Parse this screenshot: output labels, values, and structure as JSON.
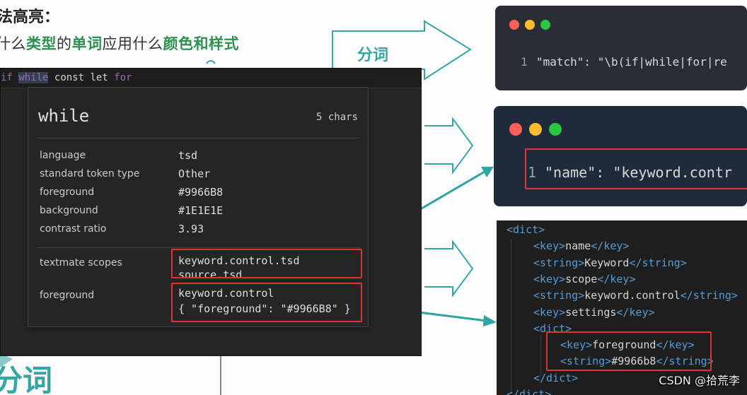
{
  "slide": {
    "title": "法高亮：",
    "subtitle_parts": [
      "什么",
      "类型",
      "的",
      "单词",
      "应用什么",
      "颜色和样式"
    ],
    "big_corner_text": "分词",
    "arrow_label": "分词"
  },
  "editor": {
    "tokens": [
      "if",
      "while",
      "const",
      "let",
      "for"
    ]
  },
  "inspector": {
    "token": "while",
    "length": "5 chars",
    "rows": [
      {
        "label": "language",
        "value": "tsd"
      },
      {
        "label": "standard token type",
        "value": "Other"
      },
      {
        "label": "foreground",
        "value": "#9966B8"
      },
      {
        "label": "background",
        "value": "#1E1E1E"
      },
      {
        "label": "contrast ratio",
        "value": "3.93"
      }
    ],
    "scopes_label": "textmate scopes",
    "scopes": [
      "keyword.control.tsd",
      "source.tsd"
    ],
    "fg_label": "foreground",
    "fg_rule": [
      "keyword.control",
      "{ \"foreground\": \"#9966B8\" }"
    ]
  },
  "match_window": {
    "line_no": "1",
    "code": "\"match\": \"\\b(if|while|for|re"
  },
  "name_window": {
    "line_no": "1",
    "code": "\"name\": \"keyword.contr"
  },
  "xml": {
    "lines": [
      {
        "indent": 0,
        "open": "<dict>",
        "text": "",
        "close": ""
      },
      {
        "indent": 1,
        "open": "<key>",
        "text": "name",
        "close": "</key>"
      },
      {
        "indent": 1,
        "open": "<string>",
        "text": "Keyword",
        "close": "</string>"
      },
      {
        "indent": 1,
        "open": "<key>",
        "text": "scope",
        "close": "</key>"
      },
      {
        "indent": 1,
        "open": "<string>",
        "text": "keyword.control",
        "close": "</string>"
      },
      {
        "indent": 1,
        "open": "<key>",
        "text": "settings",
        "close": "</key>"
      },
      {
        "indent": 1,
        "open": "<dict>",
        "text": "",
        "close": ""
      },
      {
        "indent": 2,
        "open": "<key>",
        "text": "foreground",
        "close": "</key>"
      },
      {
        "indent": 2,
        "open": "<string>",
        "text": "#9966b8",
        "close": "</string>"
      },
      {
        "indent": 1,
        "open": "</dict>",
        "text": "",
        "close": ""
      },
      {
        "indent": 0,
        "open": "</dict>",
        "text": "",
        "close": ""
      }
    ]
  },
  "colors": {
    "keyword": "#9966B8",
    "teal": "#35a6a6",
    "highlight_red": "#e03535",
    "dot_red": "#ff5f57",
    "dot_yellow": "#febc2e",
    "dot_green": "#28c840"
  },
  "watermark": "CSDN @拾荒李"
}
